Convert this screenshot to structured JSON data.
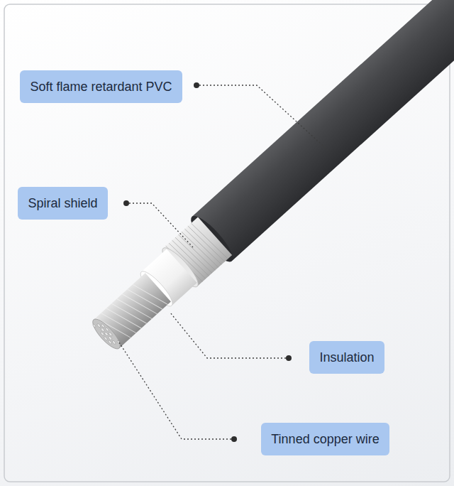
{
  "diagram": {
    "nodes": [
      {
        "text": [
          "Soft flame retardant PVC"
        ]
      },
      {
        "text": [
          "Spiral shield"
        ]
      },
      {
        "text": [
          "Insulation"
        ]
      },
      {
        "text": [
          "Tinned copper wire"
        ]
      }
    ]
  }
}
